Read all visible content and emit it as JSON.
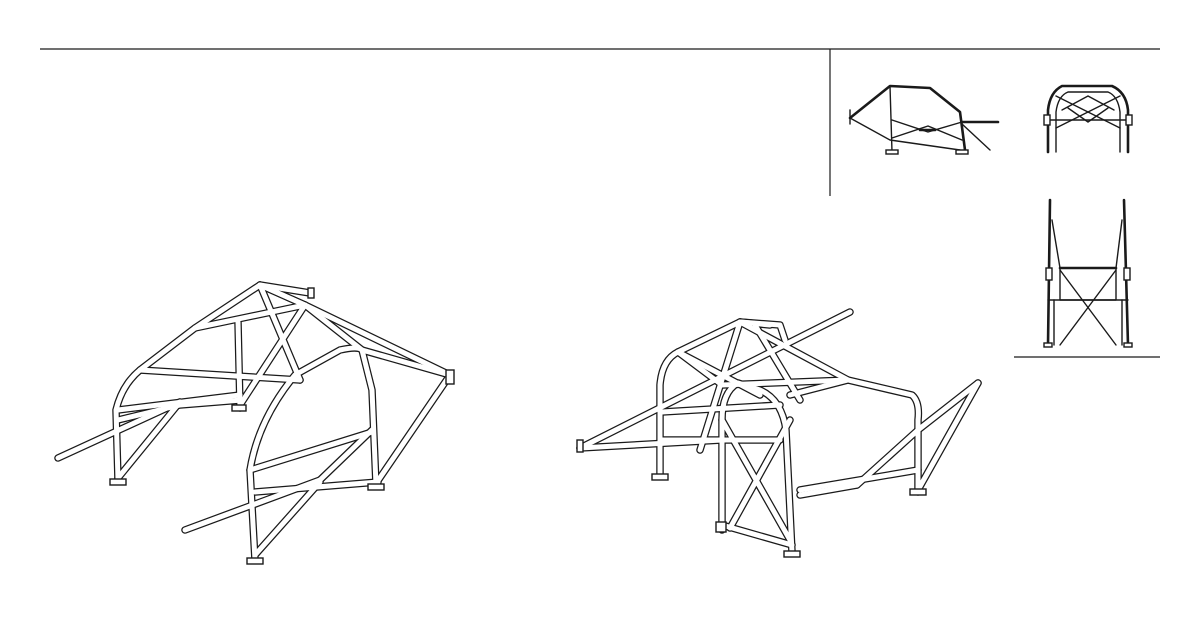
{
  "sheet": {
    "background": "#ffffff",
    "line_color": "#1a1a1a"
  },
  "views": [
    {
      "id": "iso-front-left",
      "kind": "isometric"
    },
    {
      "id": "iso-rear-right",
      "kind": "isometric"
    },
    {
      "id": "side",
      "kind": "orthographic"
    },
    {
      "id": "front",
      "kind": "orthographic"
    },
    {
      "id": "top",
      "kind": "orthographic"
    }
  ]
}
